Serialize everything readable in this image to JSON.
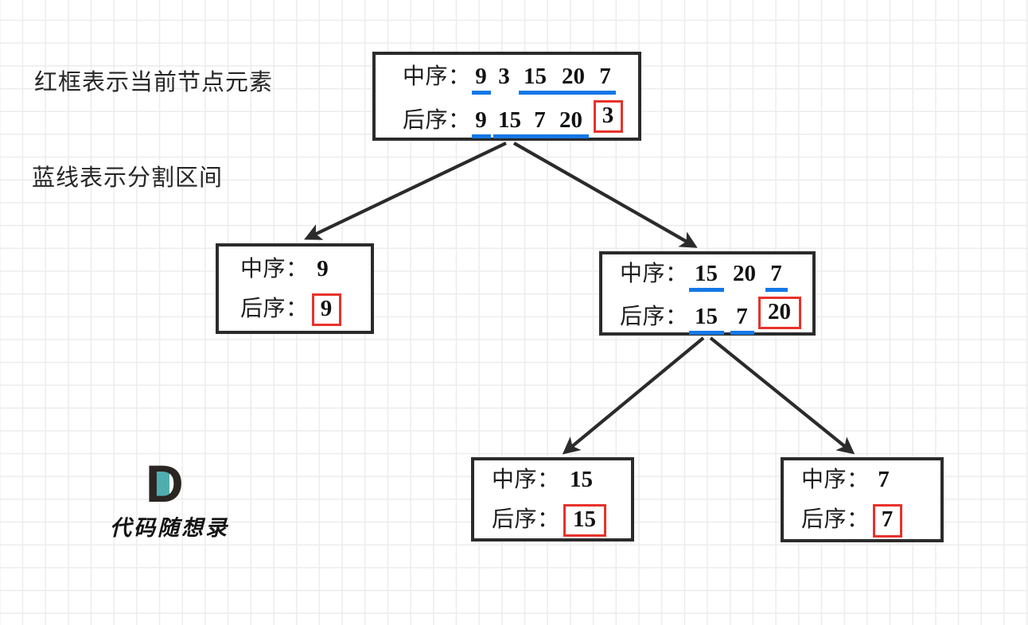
{
  "legend": {
    "line1": "红框表示当前节点元素",
    "line2": "蓝线表示分割区间"
  },
  "labels": {
    "inorder": "中序：",
    "postorder": "后序："
  },
  "watermark": {
    "logo_letter": "D",
    "text": "代码随想录",
    "logo_color": "#2b2523",
    "accent_color": "#4fadaf"
  },
  "colors": {
    "box_border": "#2b2b2b",
    "current_node": "#e8322b",
    "split_range": "#1478e6",
    "arrow": "#2b2b2b",
    "grid": "#ececec"
  },
  "nodes": {
    "root": {
      "inorder": [
        "9",
        "3",
        "15",
        "20",
        "7"
      ],
      "postorder": [
        "9",
        "15",
        "7",
        "20",
        "3"
      ],
      "current": "3"
    },
    "left": {
      "inorder": [
        "9"
      ],
      "postorder": [
        "9"
      ],
      "current": "9"
    },
    "right": {
      "inorder": [
        "15",
        "20",
        "7"
      ],
      "postorder": [
        "15",
        "7",
        "20"
      ],
      "current": "20"
    },
    "right_left": {
      "inorder": [
        "15"
      ],
      "postorder": [
        "15"
      ],
      "current": "15"
    },
    "right_right": {
      "inorder": [
        "7"
      ],
      "postorder": [
        "7"
      ],
      "current": "7"
    }
  }
}
